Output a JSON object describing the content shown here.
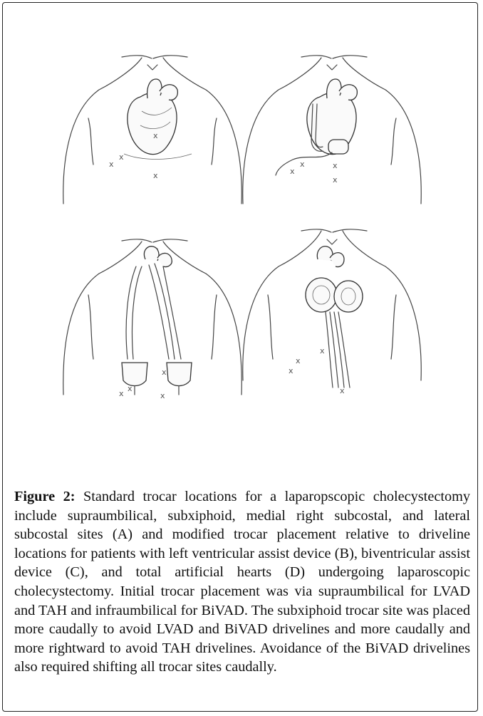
{
  "figure": {
    "label": "Figure 2:",
    "caption": " Standard trocar locations for a laparopscopic cholecystectomy include supraumbilical, subxiphoid, medial right subcostal, and lateral subcostal sites (A) and modified trocar placement relative to driveline locations for patients with left ventricular assist device (B), biventricular assist device (C), and total artificial hearts (D) undergoing laparoscopic cholecystectomy. Initial trocar placement was via supraumbilical for LVAD and TAH and infraumbilical for BiVAD. The subxiphoid trocar site was placed more caudally to avoid LVAD and BiVAD drivelines and more caudally and more rightward to avoid TAH drivelines. Avoidance of the BiVAD drivelines also required shifting all trocar sites caudally."
  },
  "panels": [
    {
      "id": "A",
      "device": "none"
    },
    {
      "id": "B",
      "device": "LVAD"
    },
    {
      "id": "C",
      "device": "BiVAD"
    },
    {
      "id": "D",
      "device": "TAH"
    }
  ],
  "trocar_mark": "x"
}
